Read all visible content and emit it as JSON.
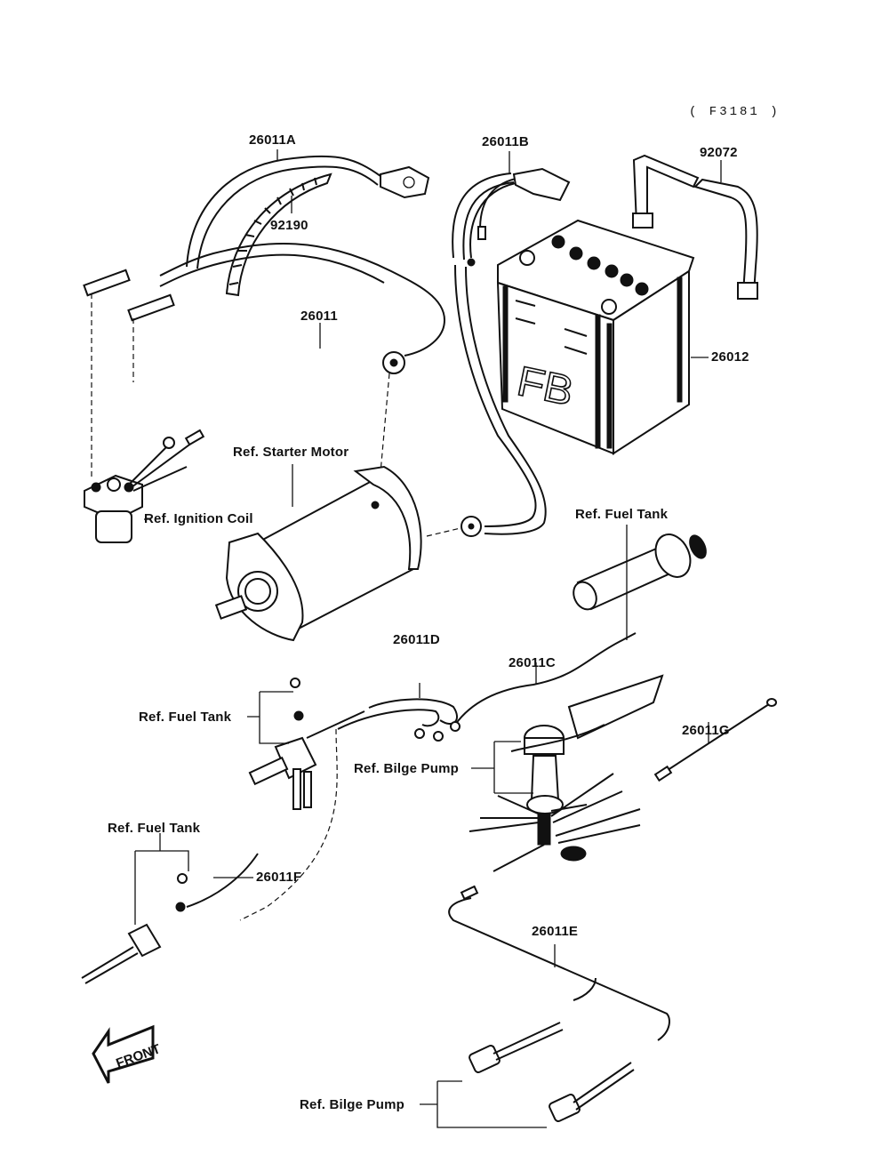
{
  "diagram": {
    "figure_code": "( F3181 )",
    "labels": {
      "p26011A": "26011A",
      "p92190": "92190",
      "p26011B": "26011B",
      "p92072": "92072",
      "p26011": "26011",
      "p26012": "26012",
      "ref_starter_motor": "Ref. Starter Motor",
      "ref_ignition_coil": "Ref. Ignition Coil",
      "ref_fuel_tank_top": "Ref. Fuel Tank",
      "p26011D": "26011D",
      "p26011C": "26011C",
      "ref_fuel_tank_mid": "Ref. Fuel Tank",
      "p26011G": "26011G",
      "ref_bilge_pump_mid": "Ref. Bilge Pump",
      "ref_fuel_tank_low": "Ref. Fuel Tank",
      "p26011F": "26011F",
      "p26011E": "26011E",
      "ref_bilge_pump_low": "Ref. Bilge Pump"
    },
    "battery_brand": "FB",
    "front_arrow": "FRONT"
  }
}
